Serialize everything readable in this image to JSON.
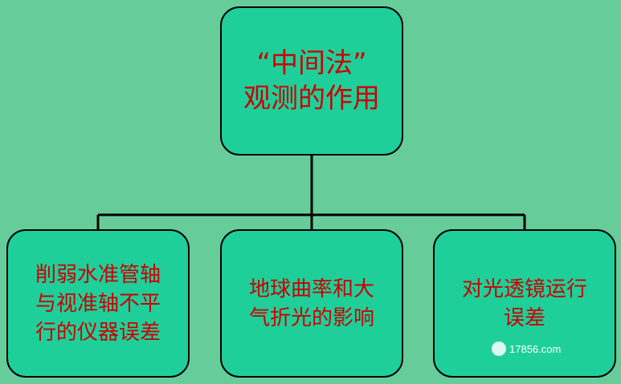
{
  "diagram": {
    "root": {
      "lines": [
        "“中间法”",
        "观测的作用"
      ]
    },
    "children": [
      {
        "lines": [
          "削弱水准管轴",
          "与视准轴不平",
          "行的仪器误差"
        ]
      },
      {
        "lines": [
          "地球曲率和大",
          "气折光的影响"
        ]
      },
      {
        "lines": [
          "对光透镜运行",
          "误差"
        ]
      }
    ]
  },
  "colors": {
    "background": "#66cc99",
    "box_fill": "#1fcf9a",
    "text": "#cc0000",
    "line": "#000000"
  },
  "watermark": {
    "text": "17856.com"
  }
}
